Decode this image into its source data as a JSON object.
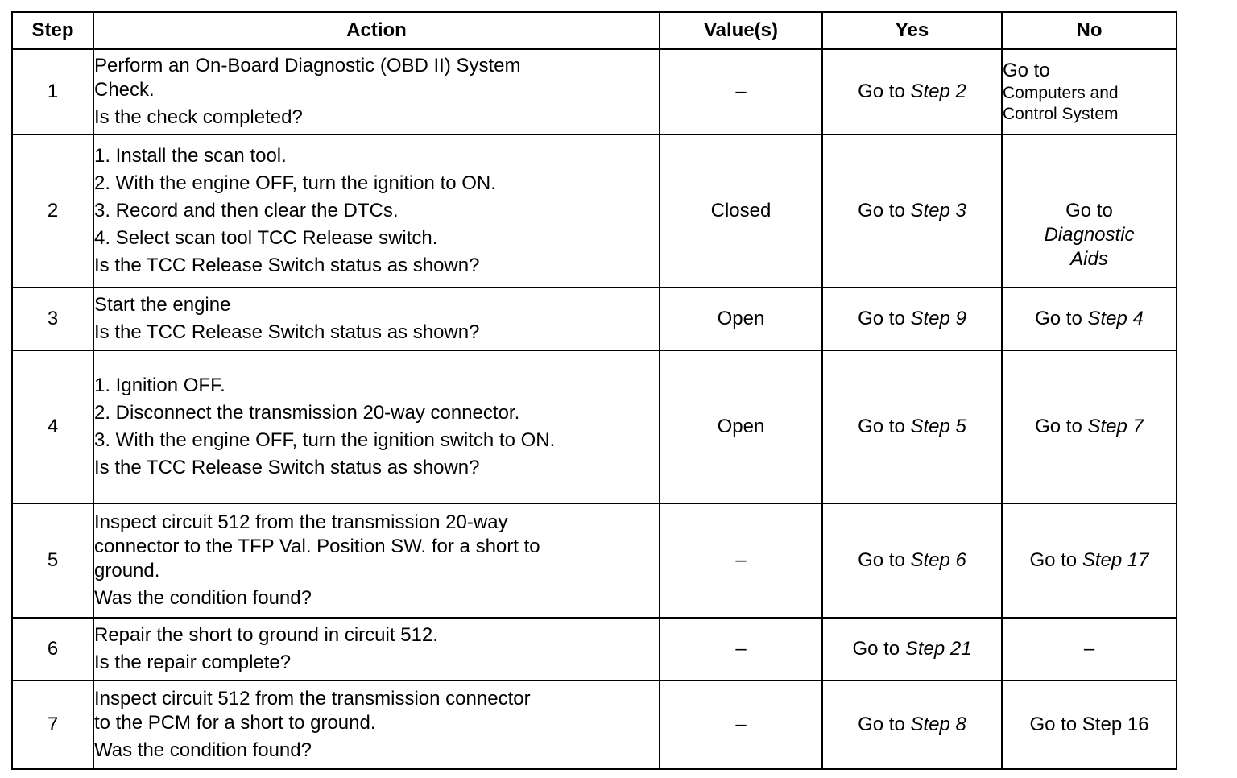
{
  "headers": {
    "step": "Step",
    "action": "Action",
    "values": "Value(s)",
    "yes": "Yes",
    "no": "No"
  },
  "rows": [
    {
      "step": "1",
      "action_lines": [
        "Perform an On-Board Diagnostic (OBD II) System",
        "Check."
      ],
      "question": "Is the check completed?",
      "value": "–",
      "yes_prefix": "Go to ",
      "yes_step": "Step 2",
      "no_line1": "Go to",
      "no_line2": "Computers and",
      "no_line3": "Control System"
    },
    {
      "step": "2",
      "items": [
        "1. Install the scan tool.",
        "2. With the engine OFF, turn the ignition to ON.",
        "3. Record and then clear the DTCs.",
        "4. Select scan tool TCC Release switch."
      ],
      "question": "Is the TCC Release Switch status as shown?",
      "value": "Closed",
      "yes_prefix": "Go to ",
      "yes_step": "Step 3",
      "no_line1": "Go to",
      "no_line2": "Diagnostic",
      "no_line3": "Aids"
    },
    {
      "step": "3",
      "action_lines": [
        "Start the engine"
      ],
      "question": "Is the TCC Release Switch status as shown?",
      "value": "Open",
      "yes_prefix": "Go to ",
      "yes_step": "Step 9",
      "no_prefix": "Go to ",
      "no_step": "Step 4"
    },
    {
      "step": "4",
      "items": [
        "1. Ignition OFF.",
        "2. Disconnect the transmission 20-way connector.",
        "3. With the engine OFF, turn the ignition switch to ON."
      ],
      "question": "Is the TCC Release Switch status as shown?",
      "value": "Open",
      "yes_prefix": "Go to ",
      "yes_step": "Step 5",
      "no_prefix": "Go to ",
      "no_step": "Step 7"
    },
    {
      "step": "5",
      "action_lines": [
        "Inspect circuit 512 from the transmission 20-way",
        "connector to the TFP Val. Position SW. for a short to",
        "ground."
      ],
      "question": "Was the condition found?",
      "value": "–",
      "yes_prefix": "Go to ",
      "yes_step": "Step 6",
      "no_prefix": "Go to ",
      "no_step": "Step 17"
    },
    {
      "step": "6",
      "action_lines": [
        "Repair the short to ground in circuit 512."
      ],
      "question": "Is the repair complete?",
      "value": "–",
      "yes_prefix": "Go to ",
      "yes_step": "Step 21",
      "no_text": "–"
    },
    {
      "step": "7",
      "action_lines": [
        "Inspect circuit 512 from the transmission connector",
        "to the PCM for a short to ground."
      ],
      "question": "Was the condition found?",
      "value": "–",
      "yes_prefix": "Go to ",
      "yes_step": "Step 8",
      "no_text": "Go to Step 16"
    }
  ]
}
